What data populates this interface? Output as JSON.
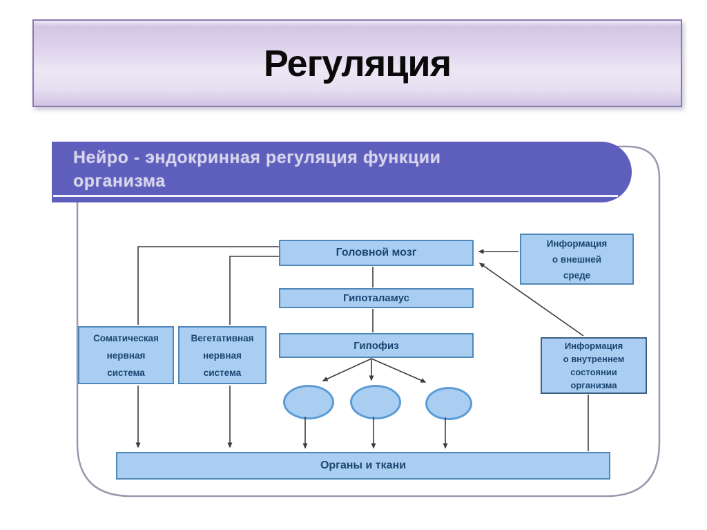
{
  "slide_title": "Регуляция",
  "diagram": {
    "header_line1": "Нейро - эндокринная регуляция функции",
    "header_line2": "организма",
    "nodes": {
      "brain": "Головной мозг",
      "hypothalamus": "Гипоталамус",
      "pituitary": "Гипофиз",
      "somatic_line1": "Соматическая",
      "somatic_line2": "нервная",
      "somatic_line3": "система",
      "vegetative_line1": "Вегетативная",
      "vegetative_line2": "нервная",
      "vegetative_line3": "система",
      "external_line1": "Информация",
      "external_line2": "о внешней",
      "external_line3": "среде",
      "internal_line1": "Информация",
      "internal_line2": "о внутреннем",
      "internal_line3": "состоянии",
      "internal_line4": "организма",
      "organs": "Органы и ткани"
    },
    "colors": {
      "header_bar_purple": "#5e5ebd",
      "node_fill_blue": "#a9cef2",
      "node_border_blue": "#4f87b8",
      "node_text_navy": "#1c4670",
      "title_box_border_purple": "#8878b0",
      "connector_dark": "#3a3a42",
      "frame_border_gray": "#9d96ad"
    }
  }
}
